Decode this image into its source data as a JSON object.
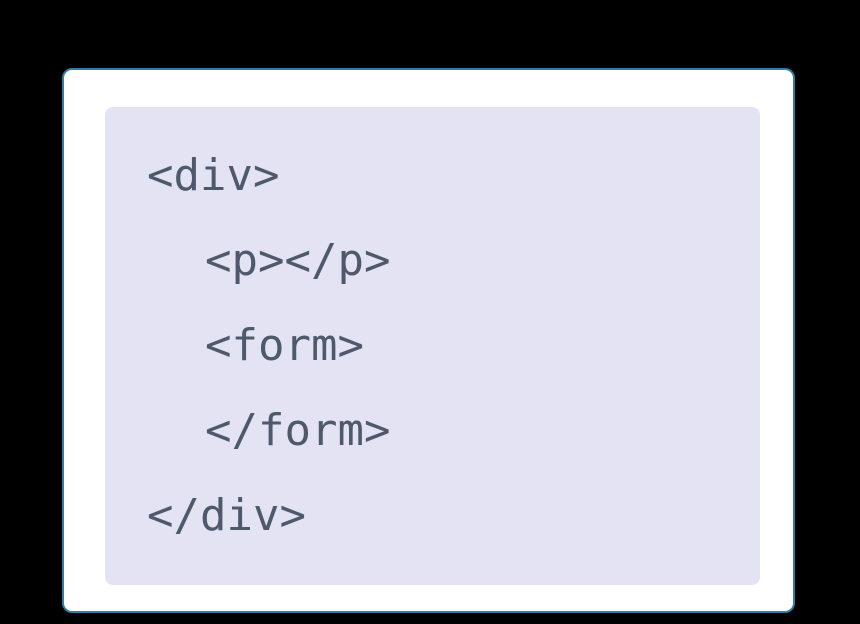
{
  "colors": {
    "page_background": "#000000",
    "card_background": "#ffffff",
    "card_border": "#2f7fa8",
    "code_background": "#e3e3f4",
    "code_text": "#4e5a6b"
  },
  "code": {
    "language": "html",
    "lines": [
      {
        "indent": 0,
        "text": "<div>"
      },
      {
        "indent": 1,
        "text": "<p></p>"
      },
      {
        "indent": 1,
        "text": "<form>"
      },
      {
        "indent": 1,
        "text": "</form>"
      },
      {
        "indent": 0,
        "text": "</div>"
      }
    ]
  }
}
